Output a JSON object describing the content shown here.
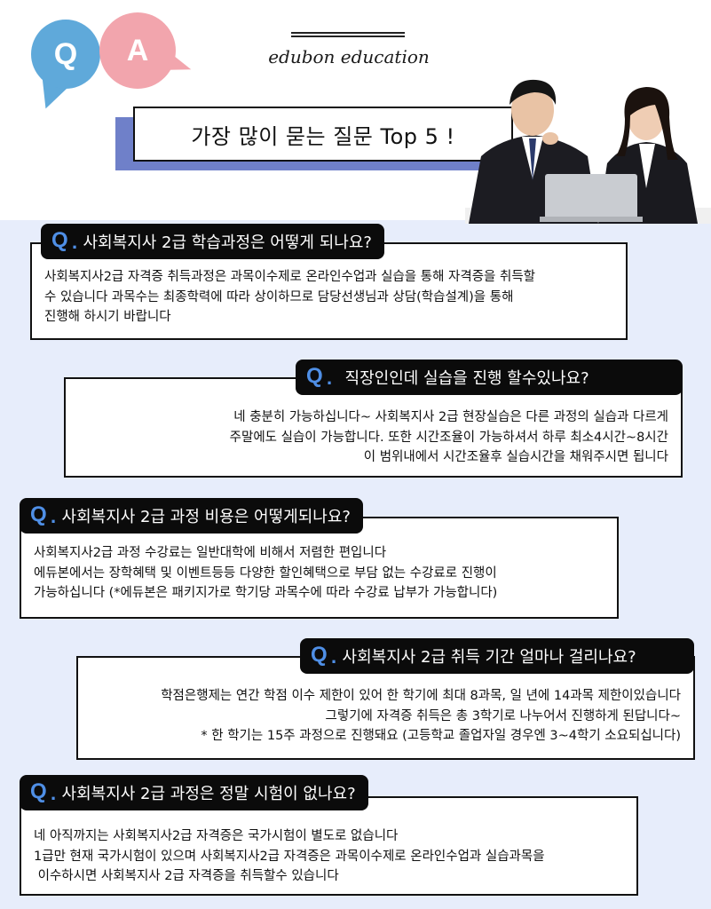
{
  "header": {
    "bubble_q": "Q",
    "bubble_a": "A",
    "brand": "edubon education",
    "title": "가장 많이 묻는 질문 Top 5 !"
  },
  "colors": {
    "accent_blue": "#4f8fe6",
    "bubble_blue": "#5fa9da",
    "bubble_pink": "#f2a5ad",
    "title_shadow": "#6f80c9",
    "lower_bg": "#e7edfb"
  },
  "qa": [
    {
      "q_mark": "Q",
      "q_dot": ".",
      "question": "사회복지사 2급 학습과정은 어떻게 되나요?",
      "answer_lines": [
        "사회복지사2급 자격증 취득과정은 과목이수제로 온라인수업과 실습을 통해 자격증을 취득할",
        "수 있습니다 과목수는 최종학력에 따라 상이하므로 담당선생님과 상담(학습설계)을 통해",
        "진행해 하시기 바랍니다"
      ]
    },
    {
      "q_mark": "Q",
      "q_dot": ".",
      "question": "직장인인데 실습을 진행 할수있나요?",
      "answer_lines": [
        "네 충분히 가능하십니다~ 사회복지사 2급 현장실습은 다른 과정의 실습과 다르게",
        "주말에도 실습이 가능합니다.  또한 시간조율이 가능하셔서 하루 최소4시간~8시간",
        "이 범위내에서 시간조율후 실습시간을   채워주시면 됩니다"
      ]
    },
    {
      "q_mark": "Q",
      "q_dot": ".",
      "question": "사회복지사 2급 과정 비용은 어떻게되나요?",
      "answer_lines": [
        "사회복지사2급 과정 수강료는 일반대학에 비해서 저렴한 편입니다",
        "에듀본에서는 장학혜택 및 이벤트등등  다양한 할인혜택으로 부담 없는 수강료로 진행이",
        "가능하십니다   (*에듀본은 패키지가로 학기당 과목수에 따라 수강료 납부가 가능합니다)"
      ]
    },
    {
      "q_mark": "Q",
      "q_dot": ".",
      "question": "사회복지사 2급 취득 기간 얼마나 걸리나요?",
      "answer_lines": [
        "학점은행제는 연간 학점 이수 제한이 있어 한 학기에 최대 8과목, 일 년에 14과목 제한이있습니다",
        "그렇기에  자격증 취득은  총 3학기로 나누어서 진행하게 된답니다~",
        "* 한 학기는 15주 과정으로 진행돼요 (고등학교 졸업자일 경우엔 3~4학기 소요되십니다)"
      ]
    },
    {
      "q_mark": "Q",
      "q_dot": ".",
      "question": "사회복지사 2급 과정은 정말 시험이 없나요?",
      "answer_lines": [
        "네 아직까지는 사회복지사2급 자격증은 국가시험이 별도로 없습니다",
        "1급만 현재 국가시험이 있으며 사회복지사2급 자격증은 과목이수제로 온라인수업과 실습과목을",
        " 이수하시면 사회복지사 2급 자격증을 취득할수 있습니다"
      ]
    }
  ]
}
